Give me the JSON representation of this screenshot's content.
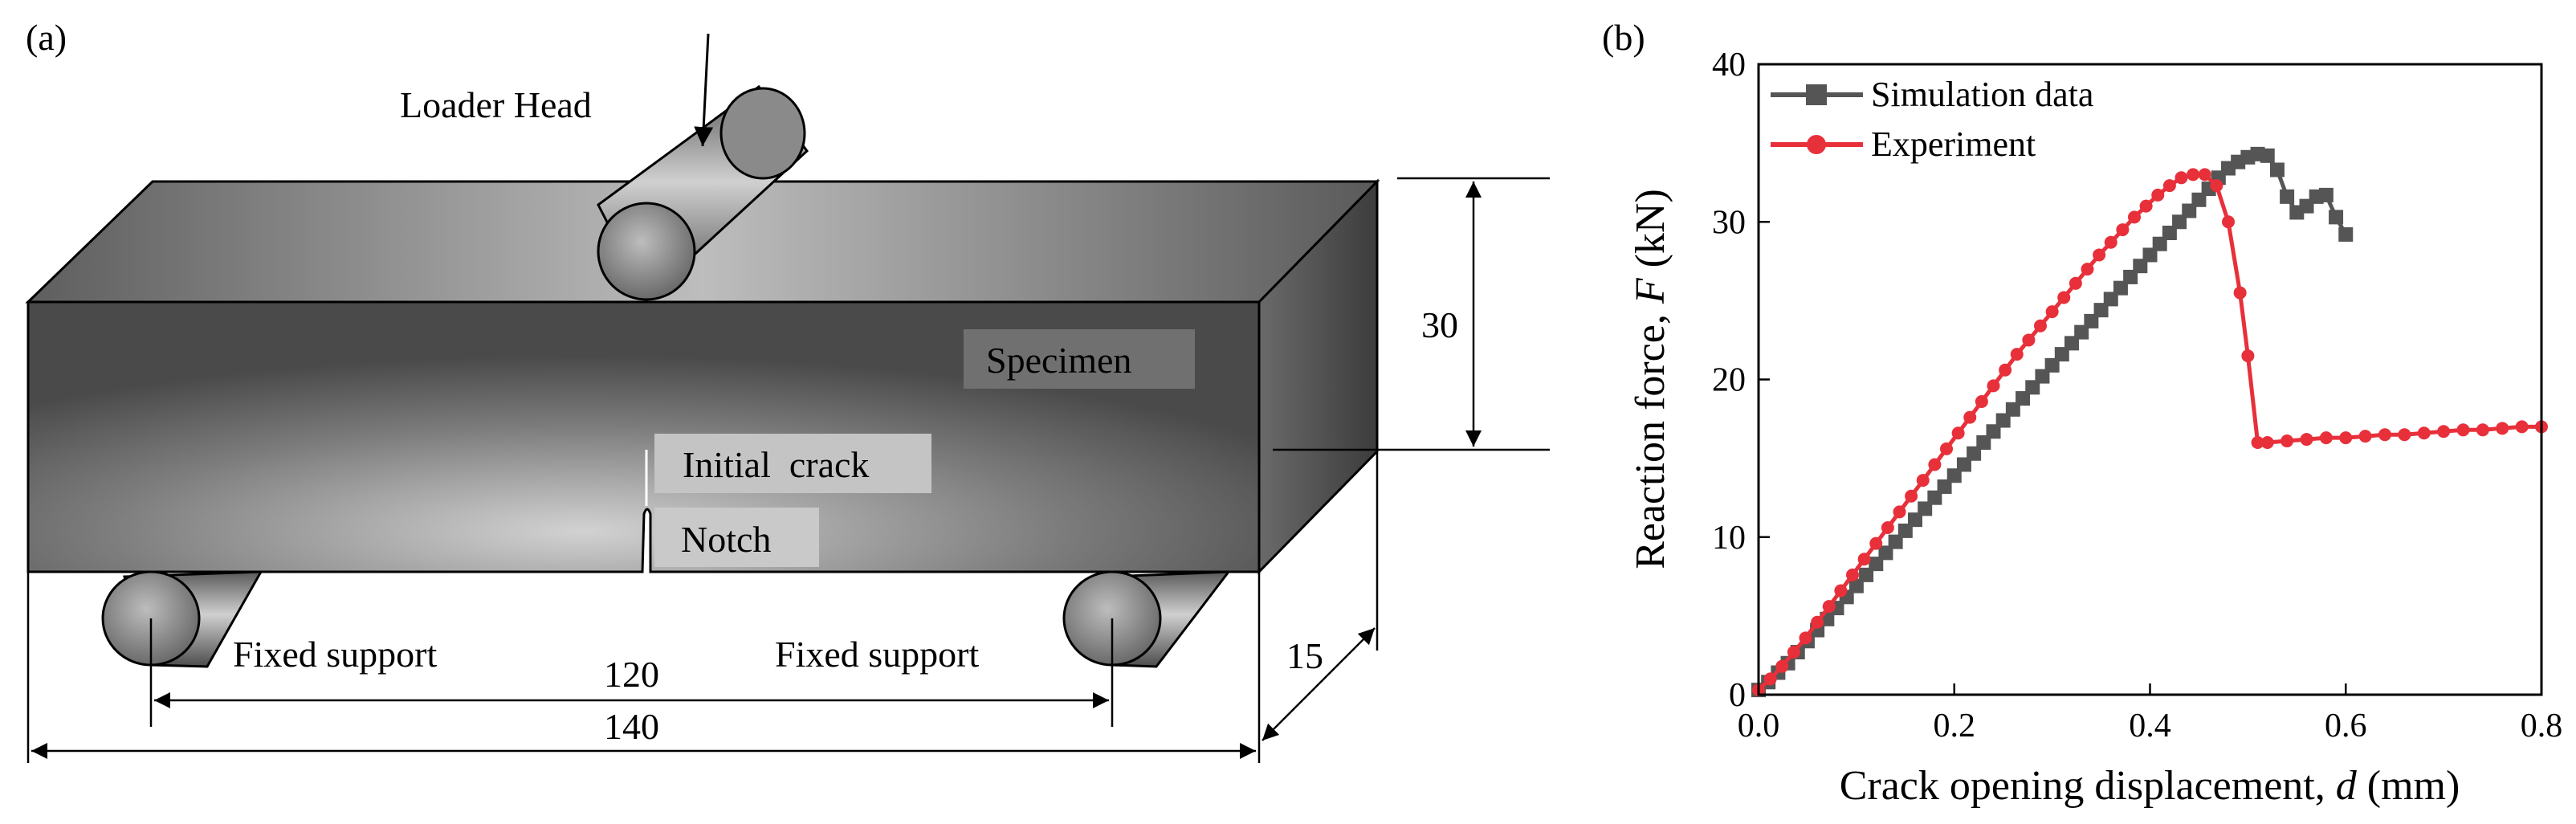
{
  "panel_a": {
    "panel_label": "(a)",
    "loader_label": "Loader Head",
    "specimen_label": "Specimen",
    "crack_label": "Initial  crack",
    "notch_label": "Notch",
    "support_left_label": "Fixed support",
    "support_right_label": "Fixed support",
    "dim_height": "30",
    "dim_span": "120",
    "dim_length": "140",
    "dim_depth": "15"
  },
  "panel_b": {
    "panel_label": "(b)",
    "legend_sim": "Simulation data",
    "legend_exp": "Experiment"
  },
  "colors": {
    "simulation": "#555555",
    "experiment": "#e8303a"
  },
  "chart_data": {
    "type": "line",
    "xlabel_text": "Crack opening displacement, ",
    "xlabel_var": "d",
    "xlabel_unit": " (mm)",
    "ylabel_text": "Reaction force, ",
    "ylabel_var": "F",
    "ylabel_unit": " (kN)",
    "xlim": [
      0,
      0.8
    ],
    "ylim": [
      0,
      40
    ],
    "xticks": [
      "0.0",
      "0.2",
      "0.4",
      "0.6",
      "0.8"
    ],
    "yticks": [
      "0",
      "10",
      "20",
      "30",
      "40"
    ],
    "xtick_values": [
      0,
      0.2,
      0.4,
      0.6,
      0.8
    ],
    "ytick_values": [
      0,
      10,
      20,
      30,
      40
    ],
    "legend_position": "top-left",
    "series": [
      {
        "name": "Simulation data",
        "x": [
          0,
          0.01,
          0.02,
          0.03,
          0.04,
          0.05,
          0.06,
          0.07,
          0.08,
          0.09,
          0.1,
          0.11,
          0.12,
          0.13,
          0.14,
          0.15,
          0.16,
          0.17,
          0.18,
          0.19,
          0.2,
          0.21,
          0.22,
          0.23,
          0.24,
          0.25,
          0.26,
          0.27,
          0.28,
          0.29,
          0.3,
          0.31,
          0.32,
          0.33,
          0.34,
          0.35,
          0.36,
          0.37,
          0.38,
          0.39,
          0.4,
          0.41,
          0.42,
          0.43,
          0.44,
          0.45,
          0.46,
          0.47,
          0.48,
          0.49,
          0.5,
          0.51,
          0.52,
          0.53,
          0.54,
          0.55,
          0.56,
          0.57,
          0.58,
          0.59,
          0.6
        ],
        "y": [
          0.3,
          0.8,
          1.4,
          2.0,
          2.7,
          3.4,
          4.1,
          4.8,
          5.5,
          6.2,
          6.9,
          7.6,
          8.3,
          9.0,
          9.7,
          10.4,
          11.1,
          11.8,
          12.5,
          13.2,
          13.9,
          14.6,
          15.3,
          16.0,
          16.7,
          17.4,
          18.1,
          18.8,
          19.5,
          20.2,
          20.9,
          21.6,
          22.3,
          23.0,
          23.7,
          24.4,
          25.1,
          25.8,
          26.5,
          27.2,
          27.9,
          28.6,
          29.3,
          30.0,
          30.7,
          31.4,
          32.1,
          32.8,
          33.4,
          33.8,
          34.1,
          34.3,
          34.2,
          33.3,
          31.6,
          30.6,
          31.0,
          31.6,
          31.7,
          30.3,
          29.2
        ]
      },
      {
        "name": "Experiment",
        "x": [
          0,
          0.012,
          0.024,
          0.036,
          0.048,
          0.06,
          0.072,
          0.084,
          0.096,
          0.108,
          0.12,
          0.132,
          0.144,
          0.156,
          0.168,
          0.18,
          0.192,
          0.204,
          0.216,
          0.228,
          0.24,
          0.252,
          0.264,
          0.276,
          0.288,
          0.3,
          0.312,
          0.324,
          0.336,
          0.348,
          0.36,
          0.372,
          0.384,
          0.396,
          0.408,
          0.42,
          0.432,
          0.444,
          0.456,
          0.468,
          0.48,
          0.492,
          0.5,
          0.51,
          0.52,
          0.54,
          0.56,
          0.58,
          0.6,
          0.62,
          0.64,
          0.66,
          0.68,
          0.7,
          0.72,
          0.74,
          0.76,
          0.78,
          0.8
        ],
        "y": [
          0.3,
          1.0,
          1.8,
          2.7,
          3.6,
          4.6,
          5.6,
          6.6,
          7.6,
          8.6,
          9.6,
          10.6,
          11.6,
          12.6,
          13.6,
          14.6,
          15.6,
          16.6,
          17.6,
          18.6,
          19.6,
          20.6,
          21.6,
          22.5,
          23.4,
          24.3,
          25.2,
          26.1,
          27.0,
          27.9,
          28.7,
          29.5,
          30.3,
          31.0,
          31.7,
          32.3,
          32.8,
          33.0,
          33.0,
          32.3,
          30.0,
          25.5,
          21.5,
          16.0,
          16.0,
          16.1,
          16.2,
          16.3,
          16.3,
          16.4,
          16.5,
          16.5,
          16.6,
          16.7,
          16.8,
          16.8,
          16.9,
          17.0,
          17.0
        ]
      }
    ]
  }
}
